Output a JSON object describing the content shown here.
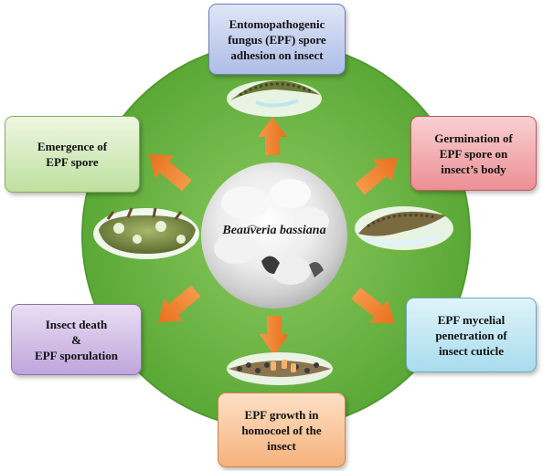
{
  "center": {
    "label": "Beauveria bassiana"
  },
  "stages": [
    {
      "id": "adhesion",
      "lines": [
        "Entomopathogenic",
        "fungus  (EPF) spore",
        "adhesion on insect"
      ]
    },
    {
      "id": "germination",
      "lines": [
        "Germination of",
        "EPF spore on",
        "insect’s body"
      ]
    },
    {
      "id": "penetration",
      "lines": [
        "EPF mycelial",
        "penetration of",
        "insect cuticle"
      ]
    },
    {
      "id": "growth",
      "lines": [
        "EPF growth in",
        "homocoel of the",
        "insect"
      ]
    },
    {
      "id": "death",
      "lines": [
        "Insect death",
        "&",
        "EPF sporulation"
      ]
    },
    {
      "id": "emergence",
      "lines": [
        "Emergence of",
        "EPF spore"
      ]
    }
  ],
  "colors": {
    "ring": "#6db545",
    "arrow": "#f07f2a",
    "adhesion": "#aebde6",
    "germination": "#ec8f95",
    "penetration": "#a8dced",
    "growth": "#f6b27c",
    "death": "#bfa6dc",
    "emergence": "#bfe0a0"
  }
}
